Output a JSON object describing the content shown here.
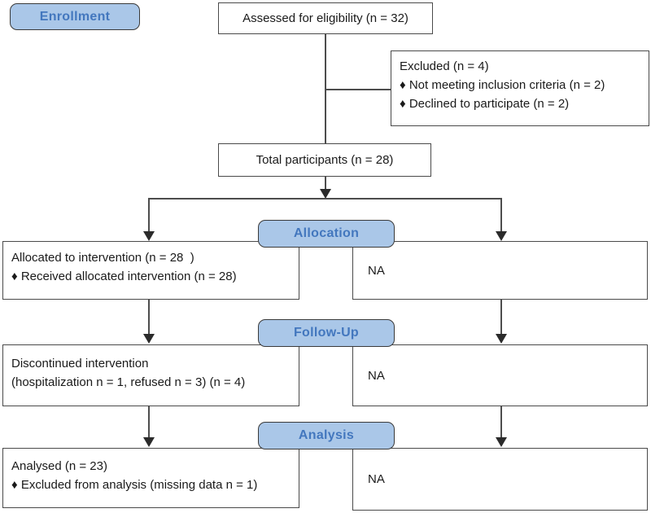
{
  "diagram": {
    "stages": {
      "enrollment": "Enrollment",
      "allocation": "Allocation",
      "followup": "Follow-Up",
      "analysis": "Analysis"
    },
    "boxes": {
      "assessed": "Assessed for eligibility (n = 32)",
      "excluded": {
        "title": "Excluded (n = 4)",
        "items": [
          "♦ Not meeting inclusion criteria (n = 2)",
          "♦ Declined to participate (n = 2)"
        ]
      },
      "total": "Total participants (n = 28)",
      "allocated": {
        "lines": [
          "Allocated to intervention (n = 28  )",
          "♦ Received allocated intervention (n = 28)"
        ]
      },
      "allocation_na": "NA",
      "discontinued": {
        "lines": [
          "Discontinued intervention",
          "(hospitalization n = 1, refused n = 3) (n = 4)"
        ]
      },
      "followup_na": "NA",
      "analysed": {
        "lines": [
          "Analysed (n = 23)",
          "♦ Excluded from analysis (missing data n = 1)"
        ]
      },
      "analysis_na": "NA"
    },
    "colors": {
      "badge_fill": "#aac7e8",
      "badge_text": "#4377be",
      "badge_border": "#3a3a3a",
      "box_border": "#4a4a4a",
      "line": "#4d4d4d"
    }
  }
}
